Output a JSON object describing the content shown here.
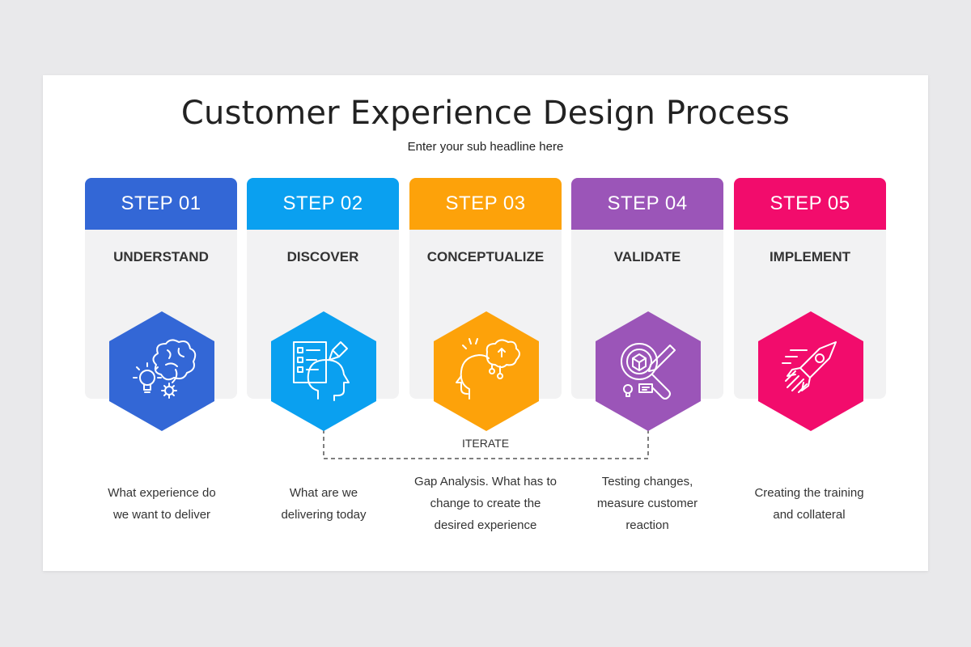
{
  "title": "Customer Experience Design Process",
  "subtitle": "Enter your sub headline here",
  "iterate_label": "ITERATE",
  "steps": [
    {
      "label": "STEP 01",
      "name": "UNDERSTAND",
      "color": "#3367d6",
      "icon": "brain-lightbulb-gear-icon",
      "desc": [
        "What experience do",
        "we want to deliver"
      ]
    },
    {
      "label": "STEP 02",
      "name": "DISCOVER",
      "color": "#0aa0f0",
      "icon": "head-checklist-icon",
      "desc": [
        "What are we",
        "delivering today"
      ]
    },
    {
      "label": "STEP 03",
      "name": "CONCEPTUALIZE",
      "color": "#fda20a",
      "icon": "head-idea-icon",
      "desc": [
        "Gap Analysis. What has to",
        "change to create the",
        "desired experience"
      ]
    },
    {
      "label": "STEP 04",
      "name": "VALIDATE",
      "color": "#9b55b8",
      "icon": "magnifier-pencil-icon",
      "desc": [
        "Testing changes,",
        "measure customer",
        "reaction"
      ]
    },
    {
      "label": "STEP 05",
      "name": "IMPLEMENT",
      "color": "#f20c6c",
      "icon": "rocket-icon",
      "desc": [
        "Creating the training",
        "and collateral"
      ]
    }
  ]
}
